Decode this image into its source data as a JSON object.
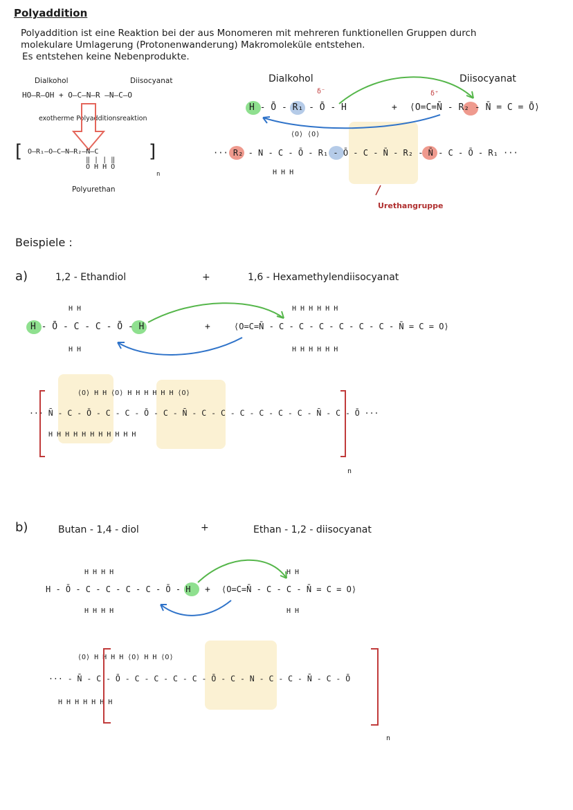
{
  "title": "Polyaddition",
  "intro": {
    "line1": "Polyaddition ist eine Reaktion  bei der aus Monomeren mit mehreren funktionellen Gruppen durch",
    "line2": "molekulare Umlagerung (Protonenwanderung) Makromoleküle entstehen.",
    "line3": "Es entstehen keine Nebenprodukte."
  },
  "general": {
    "dialkohol_label": "Dialkohol",
    "diisocyanat_label": "Diisocyanat",
    "equation": "HO—R—OH   +   O—C—N—R —N—C—O",
    "reaction_label": "exotherme Polyadditionsreaktion",
    "product_formula": "O—R₁—O—C—N—R₂—N—C",
    "product_sub1": "‖  |       |  ‖",
    "product_sub2": "O  H       H  O",
    "product_n": "n",
    "product_name": "Polyurethan"
  },
  "mechanism": {
    "dialkohol_label": "Dialkohol",
    "diisocyanat_label": "Diisocyanat",
    "dialkohol_formula": "H - Ō - R₁ - Ō - H",
    "delta_minus": "δ⁻",
    "plus": "+",
    "diisocyanat_formula": "⟨O=C=N̄ - R₂ - N̄ = C = Ō⟩",
    "delta_plus": "δ⁺",
    "chain_top": "⟨O⟩                  ⟨O⟩",
    "chain": "··· R₂ - N - C - Ō - R₁ - Ō - C - N̄ - R₂ - N̄ - C - Ō - R₁ ···",
    "chain_bottom": "H                          H            H",
    "urethane_label": "Urethangruppe"
  },
  "examples_label": "Beispiele :",
  "example_a": {
    "marker": "a)",
    "reactant1": "1,2 - Ethandiol",
    "plus": "+",
    "reactant2": "1,6 - Hexamethylendiisocyanat",
    "diol_top": "H   H",
    "diol": "H - Ō - C - C - Ō - H",
    "diol_bottom": "H   H",
    "iso_top": "H   H   H   H   H   H",
    "iso": "⟨O=C=N̄ - C - C - C - C - C - C - N̄ = C = O⟩",
    "iso_bottom": "H   H   H   H   H   H",
    "poly_top": "⟨O⟩          H  H        ⟨O⟩   H  H  H  H  H  H        ⟨O⟩",
    "poly": "··· N̄ - C - Ō - C - C - Ō - C - N̄ - C - C - C - C - C - C - N̄ - C - Ō ···",
    "poly_bottom": "H              H  H             H   H  H  H  H  H  H   H",
    "n": "n"
  },
  "example_b": {
    "marker": "b)",
    "reactant1": "Butan - 1,4 - diol",
    "plus": "+",
    "reactant2": "Ethan - 1,2 - diisocyanat",
    "diol_top": "H   H   H   H",
    "diol": "H - Ō - C - C - C - C - Ō - H",
    "diol_bottom": "H   H   H   H",
    "iso_top": "H   H",
    "iso": "⟨O=C=N̄ - C - C - N̄ = C = O⟩",
    "iso_bottom": "H   H",
    "poly_top": "⟨O⟩      H  H  H  H       ⟨O⟩    H  H       ⟨O⟩",
    "poly": "··· - N̄ - C - Ō - C - C - C - C - Ō - C - N - C - C - N̄ - C - Ō",
    "poly_bottom": "H              H  H  H  H              H  H",
    "n": "n"
  },
  "colors": {
    "green_dot": "#8fe08f",
    "red_dot": "#ef9a8e",
    "blue_dot": "#b5cbe8",
    "highlight": "#fbf1d3",
    "arrow_green": "#55b64a",
    "arrow_blue": "#2f73c9",
    "bracket_red": "#c03a3a",
    "arrow_red": "#e4655a"
  }
}
